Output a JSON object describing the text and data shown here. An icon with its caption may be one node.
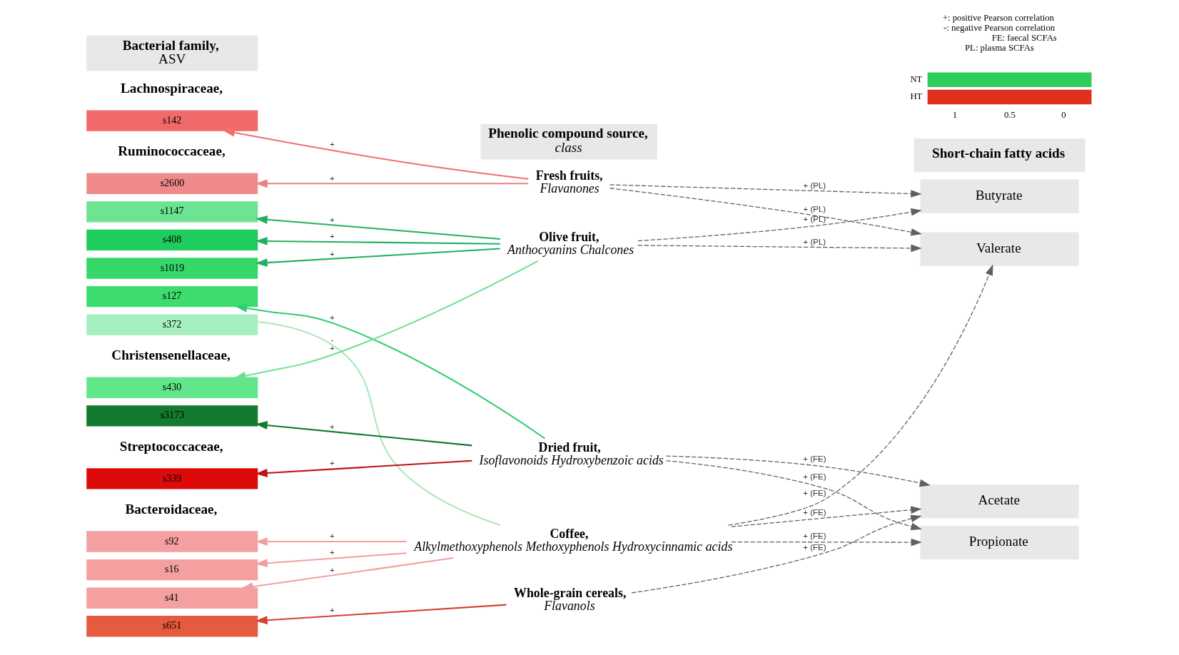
{
  "diagram": {
    "nodes": [
      {
        "text": [
          "Bacterial family,",
          "ASV"
        ]
      },
      {
        "text": [
          "Phenolic compound source,",
          "class"
        ]
      },
      {
        "text": [
          "Ruminococcaceae,"
        ]
      },
      {
        "text": [
          "s2600"
        ]
      },
      {
        "text": [
          "s127"
        ]
      },
      {
        "text": [
          "s408"
        ]
      },
      {
        "text": [
          "s1019"
        ]
      },
      {
        "text": [
          "s1147"
        ]
      },
      {
        "text": [
          "s372"
        ]
      },
      {
        "text": [
          "Lachnospiraceae,"
        ]
      },
      {
        "text": [
          "s142"
        ]
      },
      {
        "text": [
          "Streptococcaceae,"
        ]
      },
      {
        "text": [
          "s339"
        ]
      },
      {
        "text": [
          "Christensenellaceae,"
        ]
      },
      {
        "text": [
          "s3173"
        ]
      },
      {
        "text": [
          "s430"
        ]
      },
      {
        "text": [
          "Bacteroidaceae,"
        ]
      },
      {
        "text": [
          "s651"
        ]
      },
      {
        "text": [
          "s92"
        ]
      },
      {
        "text": [
          "s16"
        ]
      },
      {
        "text": [
          "s41"
        ]
      },
      {
        "text": [
          "Fresh fruits,",
          "Flavanones"
        ]
      },
      {
        "text": [
          "Dried fruit,",
          "Isoflavonoids Hydroxybenzoic acids"
        ]
      },
      {
        "text": [
          "Olive fruit,",
          "Anthocyanins Chalcones"
        ]
      },
      {
        "text": [
          "Whole-grain cereals,",
          "Flavanols"
        ]
      },
      {
        "text": [
          "Coffee,",
          "Alkylmethoxyphenols Methoxyphenols Hydroxycinnamic acids"
        ]
      },
      {
        "text": [
          "Acetate"
        ]
      },
      {
        "text": [
          "Propionate"
        ]
      },
      {
        "text": [
          "Short-chain fatty acids"
        ]
      },
      {
        "text": [
          "Butyrate"
        ]
      },
      {
        "text": [
          "Valerate"
        ]
      }
    ],
    "edges": [
      {
        "from": 21,
        "to": 3,
        "arrow": "to",
        "label": "+",
        "color": "#f08080"
      },
      {
        "from": 22,
        "to": 4,
        "arrow": "to",
        "label": "+",
        "color": "#2ecc71"
      },
      {
        "from": 23,
        "to": 5,
        "arrow": "to",
        "label": "+",
        "color": "#20b060"
      },
      {
        "from": 23,
        "to": 6,
        "arrow": "to",
        "label": "+",
        "color": "#20b060"
      },
      {
        "from": 23,
        "to": 7,
        "arrow": "to",
        "label": "+",
        "color": "#20b060"
      },
      {
        "from": 25,
        "to": 8,
        "arrow": "none",
        "label": "-",
        "color": "#a8e8b8"
      },
      {
        "from": 21,
        "to": 10,
        "arrow": "to",
        "label": "+",
        "color": "#f07070"
      },
      {
        "from": 22,
        "to": 12,
        "arrow": "to",
        "label": "+",
        "color": "#c01010"
      },
      {
        "from": 22,
        "to": 14,
        "arrow": "to",
        "label": "+",
        "color": "#107a30"
      },
      {
        "from": 23,
        "to": 15,
        "arrow": "to",
        "label": "+",
        "color": "#70e090"
      },
      {
        "from": 24,
        "to": 17,
        "arrow": "to",
        "label": "+",
        "color": "#d84030"
      },
      {
        "from": 25,
        "to": 18,
        "arrow": "to",
        "label": "+",
        "color": "#f0a0a0"
      },
      {
        "from": 25,
        "to": 19,
        "arrow": "to",
        "label": "+",
        "color": "#f0a0a0"
      },
      {
        "from": 25,
        "to": 20,
        "arrow": "to",
        "label": "+",
        "color": "#f0a0a0"
      },
      {
        "from": 22,
        "to": 26,
        "arrow": "to",
        "label": "+ (FE)",
        "style": "dashed",
        "color": "#606060"
      },
      {
        "from": 22,
        "to": 27,
        "arrow": "to",
        "label": "+ (FE)",
        "style": "dashed",
        "color": "#606060"
      },
      {
        "from": 24,
        "to": 26,
        "arrow": "to",
        "label": "+ (FE)",
        "style": "dashed",
        "color": "#606060"
      },
      {
        "from": 25,
        "to": 26,
        "arrow": "to",
        "label": "+ (FE)",
        "style": "dashed",
        "color": "#606060"
      },
      {
        "from": 25,
        "to": 27,
        "arrow": "to",
        "label": "+ (FE)",
        "style": "dashed",
        "color": "#606060"
      },
      {
        "from": 21,
        "to": 29,
        "arrow": "to",
        "label": "+ (PL)",
        "style": "dashed",
        "color": "#606060"
      },
      {
        "from": 23,
        "to": 29,
        "arrow": "to",
        "label": "+ (PL)",
        "style": "dashed",
        "color": "#606060"
      },
      {
        "from": 21,
        "to": 30,
        "arrow": "to",
        "label": "+ (PL)",
        "style": "dashed",
        "color": "#606060"
      },
      {
        "from": 23,
        "to": 30,
        "arrow": "to",
        "label": "+ (PL)",
        "style": "dashed",
        "color": "#606060"
      },
      {
        "from": 25,
        "to": 30,
        "arrow": "to",
        "label": "+ (FE)",
        "style": "dashed",
        "color": "#606060"
      }
    ],
    "labels": [
      "1",
      "0.5",
      "0",
      "+: positive Pearson correlation",
      "-: negative Pearson correlation",
      "FE: faecal SCFAs",
      "PL: plasma SCFAs"
    ],
    "legend": [
      {
        "text": "NT",
        "color": "#2ecc5a"
      },
      {
        "text": "HT",
        "color": "#e0301e"
      }
    ]
  }
}
